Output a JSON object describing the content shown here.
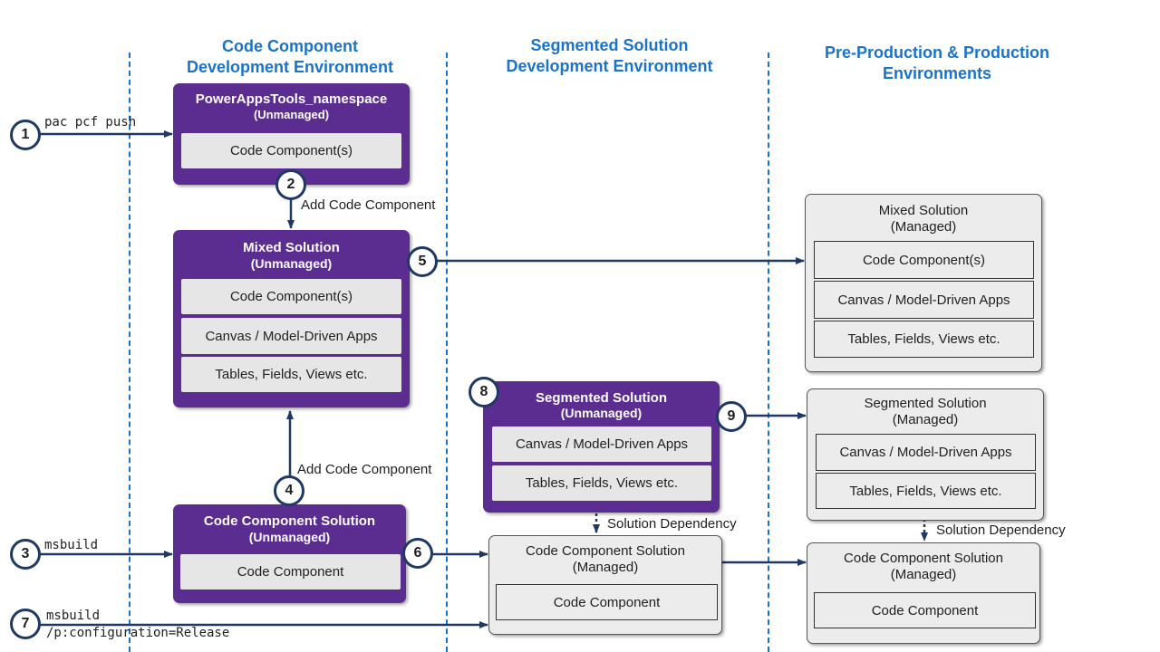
{
  "headers": {
    "col1": "Code Component\nDevelopment Environment",
    "col2": "Segmented Solution\nDevelopment Environment",
    "col3": "Pre-Production & Production\nEnvironments"
  },
  "steps": {
    "s1": "1",
    "s2": "2",
    "s3": "3",
    "s4": "4",
    "s5": "5",
    "s6": "6",
    "s7": "7",
    "s8": "8",
    "s9": "9"
  },
  "commands": {
    "pac_push": "pac pcf push",
    "msbuild": "msbuild",
    "msbuild_release": "msbuild\n/p:configuration=Release"
  },
  "labels": {
    "add_code_component_top": "Add Code Component",
    "add_code_component_bottom": "Add Code Component",
    "solution_dependency_mid": "Solution Dependency",
    "solution_dependency_right": "Solution Dependency"
  },
  "boxes": {
    "namespace": {
      "title": "PowerAppsTools_namespace",
      "subtitle": "(Unmanaged)",
      "items": [
        "Code Component(s)"
      ]
    },
    "mixed_unmanaged": {
      "title": "Mixed Solution",
      "subtitle": "(Unmanaged)",
      "items": [
        "Code Component(s)",
        "Canvas / Model-Driven Apps",
        "Tables, Fields, Views etc."
      ]
    },
    "code_component_unmanaged": {
      "title": "Code Component Solution",
      "subtitle": "(Unmanaged)",
      "items": [
        "Code Component"
      ]
    },
    "segmented_unmanaged": {
      "title": "Segmented Solution",
      "subtitle": "(Unmanaged)",
      "items": [
        "Canvas / Model-Driven Apps",
        "Tables, Fields, Views etc."
      ]
    },
    "code_component_managed_mid": {
      "title": "Code Component Solution",
      "subtitle": "(Managed)",
      "items": [
        "Code Component"
      ]
    },
    "mixed_managed": {
      "title": "Mixed Solution",
      "subtitle": "(Managed)",
      "items": [
        "Code Component(s)",
        "Canvas / Model-Driven Apps",
        "Tables, Fields, Views etc."
      ]
    },
    "segmented_managed": {
      "title": "Segmented Solution",
      "subtitle": "(Managed)",
      "items": [
        "Canvas / Model-Driven Apps",
        "Tables, Fields, Views etc."
      ]
    },
    "code_component_managed_right": {
      "title": "Code Component Solution",
      "subtitle": "(Managed)",
      "items": [
        "Code Component"
      ]
    }
  },
  "colors": {
    "header_blue": "#1a73c8",
    "box_purple": "#5c2d91",
    "arrow_navy": "#1f3864",
    "managed_gray": "#ececec"
  }
}
